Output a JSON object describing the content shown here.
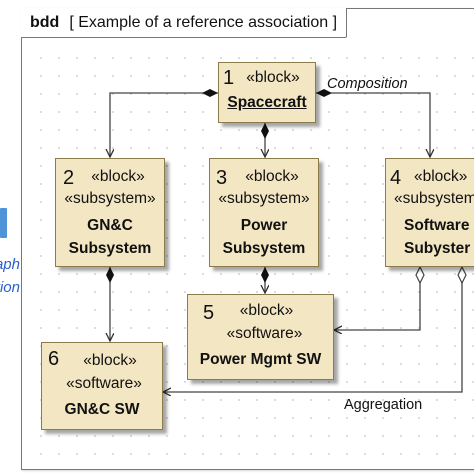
{
  "left_fragment": {
    "lines": [
      "raph",
      "ation"
    ]
  },
  "frame": {
    "kind": "bdd",
    "title": "[ Example of a reference association ]"
  },
  "blocks": [
    {
      "number": "1",
      "stereotypes": [
        "«block»"
      ],
      "name": [
        "Spacecraft"
      ]
    },
    {
      "number": "2",
      "stereotypes": [
        "«block»",
        "«subsystem»"
      ],
      "name": [
        "GN&C",
        "Subsystem"
      ]
    },
    {
      "number": "3",
      "stereotypes": [
        "«block»",
        "«subsystem»"
      ],
      "name": [
        "Power",
        "Subsystem"
      ]
    },
    {
      "number": "4",
      "stereotypes": [
        "«block»",
        "«subsystem"
      ],
      "name": [
        "Software",
        "Subyster"
      ]
    },
    {
      "number": "5",
      "stereotypes": [
        "«block»",
        "«software»"
      ],
      "name": [
        "Power Mgmt SW"
      ]
    },
    {
      "number": "6",
      "stereotypes": [
        "«block»",
        "«software»"
      ],
      "name": [
        "GN&C SW"
      ]
    }
  ],
  "labels": {
    "composition": "Composition",
    "aggregation": "Aggregation"
  }
}
